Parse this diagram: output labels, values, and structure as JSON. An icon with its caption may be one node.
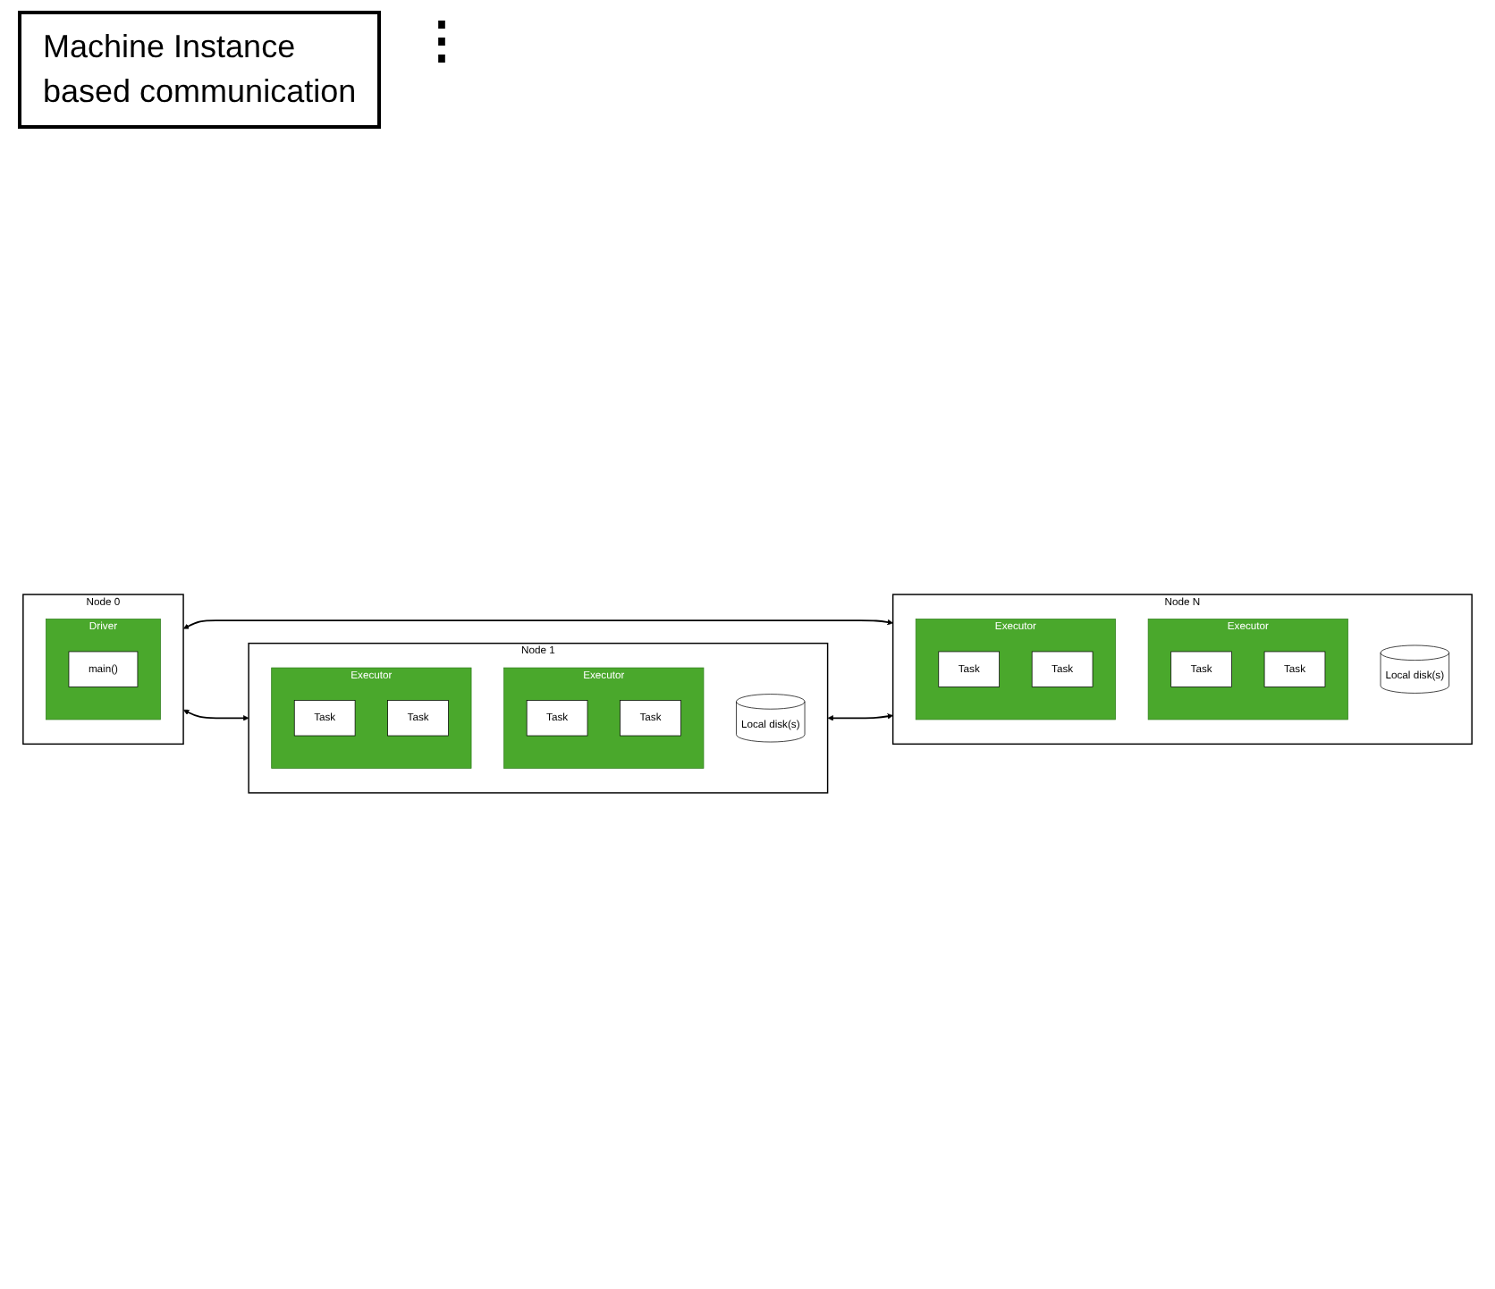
{
  "diagram": {
    "nodes": [
      {
        "text": [
          "Node 0"
        ]
      },
      {
        "text": [
          "Driver"
        ],
        "in": 0
      },
      {
        "text": [
          "main()"
        ],
        "in": 1
      },
      {
        "text": [
          "Node 1"
        ]
      },
      {
        "text": [
          "Executor"
        ],
        "in": 3
      },
      {
        "text": [
          "Task"
        ],
        "in": 4
      },
      {
        "text": [
          "Task"
        ],
        "in": 4
      },
      {
        "text": [
          "Executor"
        ],
        "in": 3
      },
      {
        "text": [
          "Task"
        ],
        "in": 7
      },
      {
        "text": [
          "Task"
        ],
        "in": 7
      },
      {
        "text": [
          "Local disk(s)"
        ],
        "in": 3
      },
      {
        "text": [
          "Node N"
        ]
      },
      {
        "text": [
          "Executor"
        ],
        "in": 11
      },
      {
        "text": [
          "Task"
        ],
        "in": 12
      },
      {
        "text": [
          "Task"
        ],
        "in": 12
      },
      {
        "text": [
          "Executor"
        ],
        "in": 11
      },
      {
        "text": [
          "Task"
        ],
        "in": 15
      },
      {
        "text": [
          "Task"
        ],
        "in": 15
      },
      {
        "text": [
          "Local disk(s)"
        ],
        "in": 11
      }
    ],
    "edges": [
      {
        "from": 0,
        "to": 3,
        "arrow": "both"
      },
      {
        "from": 0,
        "to": 11,
        "arrow": "both"
      },
      {
        "from": 3,
        "to": 11,
        "arrow": "both"
      }
    ],
    "labels": [
      "Machine Instance",
      "based communication",
      "⋮"
    ]
  }
}
